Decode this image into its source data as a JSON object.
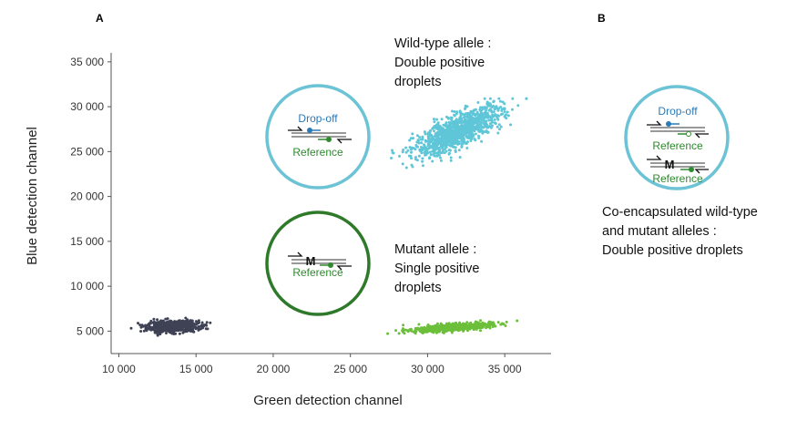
{
  "panel_labels": {
    "a": "A",
    "b": "B"
  },
  "colors": {
    "negative": "#3e4254",
    "double_positive": "#5fc6d8",
    "single_positive": "#6cbf3a",
    "circle_blue": "#6cc3d6",
    "circle_green": "#2f7a2a",
    "probe_blue": "#2a7ab8",
    "probe_green": "#2e8a2e"
  },
  "chart_data": {
    "type": "scatter",
    "xlabel": "Green detection channel",
    "ylabel": "Blue detection channel",
    "xlim": [
      9500,
      38000
    ],
    "ylim": [
      2500,
      36000
    ],
    "x_ticks": [
      10000,
      15000,
      20000,
      25000,
      30000,
      35000
    ],
    "x_tick_labels": [
      "10 000",
      "15 000",
      "20 000",
      "25 000",
      "30 000",
      "35 000"
    ],
    "y_ticks": [
      5000,
      10000,
      15000,
      20000,
      25000,
      30000,
      35000
    ],
    "y_tick_labels": [
      "5 000",
      "10 000",
      "15 000",
      "20 000",
      "25 000",
      "30 000",
      "35 000"
    ],
    "grid": false,
    "clusters": [
      {
        "key": "negative",
        "x_center": 13500,
        "y_center": 5500,
        "x_range": [
          10800,
          16200
        ],
        "y_range": [
          4300,
          7400
        ],
        "points": 650
      },
      {
        "key": "double_positive",
        "x_center": 32000,
        "y_center": 27300,
        "x_range": [
          27200,
          36400
        ],
        "y_range": [
          22000,
          30900
        ],
        "points": 1100
      },
      {
        "key": "single_positive",
        "x_center": 31500,
        "y_center": 5400,
        "x_range": [
          27300,
          35800
        ],
        "y_range": [
          4600,
          6600
        ],
        "points": 600
      }
    ]
  },
  "annotations": {
    "wild_type": [
      "Wild-type allele :",
      "Double positive",
      "droplets"
    ],
    "mutant": [
      "Mutant allele :",
      "Single positive",
      "droplets"
    ],
    "coencapsulated": [
      "Co-encapsulated wild-type",
      "and mutant alleles :",
      "Double positive droplets"
    ]
  },
  "labels": {
    "dropoff": "Drop-off",
    "reference": "Reference",
    "mutation": "M"
  }
}
